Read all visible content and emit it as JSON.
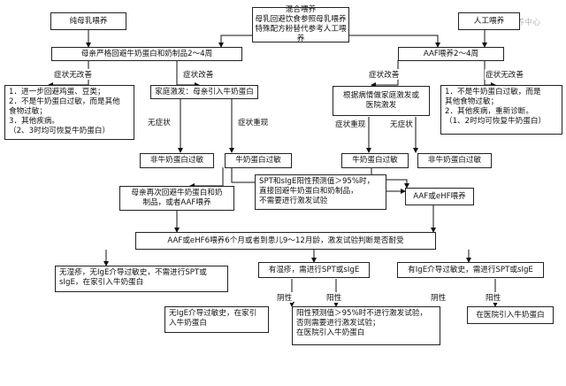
{
  "nodes": {
    "breastfed": "纯母乳喂养",
    "mixed_title": "混合喂养",
    "mixed_line1": "母乳回避饮食参照母乳喂养",
    "mixed_line2": "特殊配方粉替代参考人工喂养",
    "formula": "人工喂养",
    "mom_avoid": "母亲严格回避牛奶蛋白和奶制品2～4周",
    "aaf_2_4w": "AAF喂养2～4周",
    "left_no_improve_detail": "1．进一步回避鸡蛋、豆类；\n2．不是牛奶蛋白过敏，而是其他\n   食物过敏；\n3．其他疾病。\n（2、3时均可恢复牛奶蛋白）",
    "home_challenge": "家庭激发：母亲引入牛奶蛋白",
    "hospital_or_home": "根据病情做家庭激发或\n医院激发",
    "right_no_improve_detail": "1．不是牛奶蛋白过敏，而是\n   其他食物过敏；\n2．其他疾病，重新诊断。\n（1、2时均可恢复牛奶蛋白）",
    "non_cma_left": "非牛奶蛋白过敏",
    "cma_left": "牛奶蛋白过敏",
    "cma_right": "牛奶蛋白过敏",
    "non_cma_right": "非牛奶蛋白过敏",
    "mom_reavoid": "母亲再次回避牛奶蛋白和奶\n制品，或者AAF喂养",
    "spt_high": "SPT和sIgE阳性预测值＞95%时，\n直接回避牛奶蛋白和奶制品，\n不需要进行激发试验",
    "aaf_ehf": "AAF或eHF喂养",
    "followup": "AAF或eHF6喂养6个月或者到患儿9～12月龄，激发试验判断是否耐受",
    "no_eczema": "无湿疹，无IgE介导过敏史，不需进行SPT或\nsIgE，在家引入牛奶蛋白",
    "eczema": "有湿疹，需进行SPT或sIgE",
    "ige_history": "有IgE介导过敏史，需进行SPT或sIgE",
    "home_intro": "无IgE介导过敏史，在家引\n入牛奶蛋白",
    "ppv_high": "阳性预测值＞95%时不进行激发试验，\n否则需要进行激发试验；\n在医院引入牛奶蛋白",
    "hospital_intro": "在医院引入牛奶蛋白"
  },
  "edge_labels": {
    "left_no_improve": "症状无改善",
    "left_improve": "症状改善",
    "left_no_symptom": "无症状",
    "left_recur": "症状重现",
    "right_improve": "症状改善",
    "right_no_improve": "症状无改善",
    "right_recur": "症状重现",
    "right_no_symptom": "无症状",
    "eczema_neg": "阴性",
    "eczema_pos": "阳性",
    "ige_neg": "阴性",
    "ige_pos": "阳性"
  },
  "watermark": "儿科学营养中心"
}
